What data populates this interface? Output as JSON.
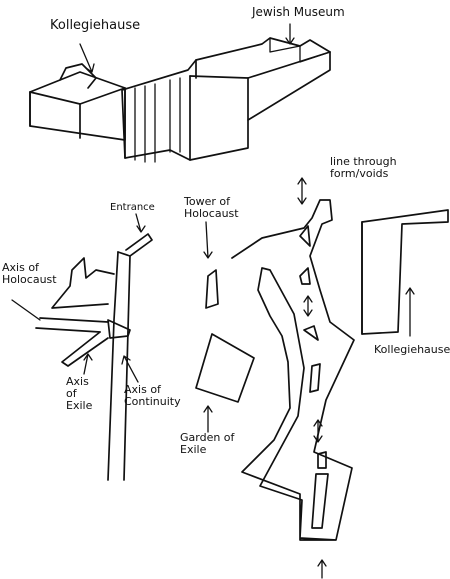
{
  "labels": {
    "kollegiehause_top": "Kollegiehause",
    "jewish_museum": "Jewish Museum",
    "entrance": "Entrance",
    "tower_of_holocaust": "Tower of Holocaust",
    "line_through_form_voids": "line through form/voids",
    "axis_of_holocaust": "Axis of Holocaust",
    "axis_of_exile": "Axis of Exile",
    "axis_of_continuity": "Axis of Continuity",
    "garden_of_exile": "Garden of Exile",
    "kollegiehause_plan": "Kollegiehause"
  }
}
